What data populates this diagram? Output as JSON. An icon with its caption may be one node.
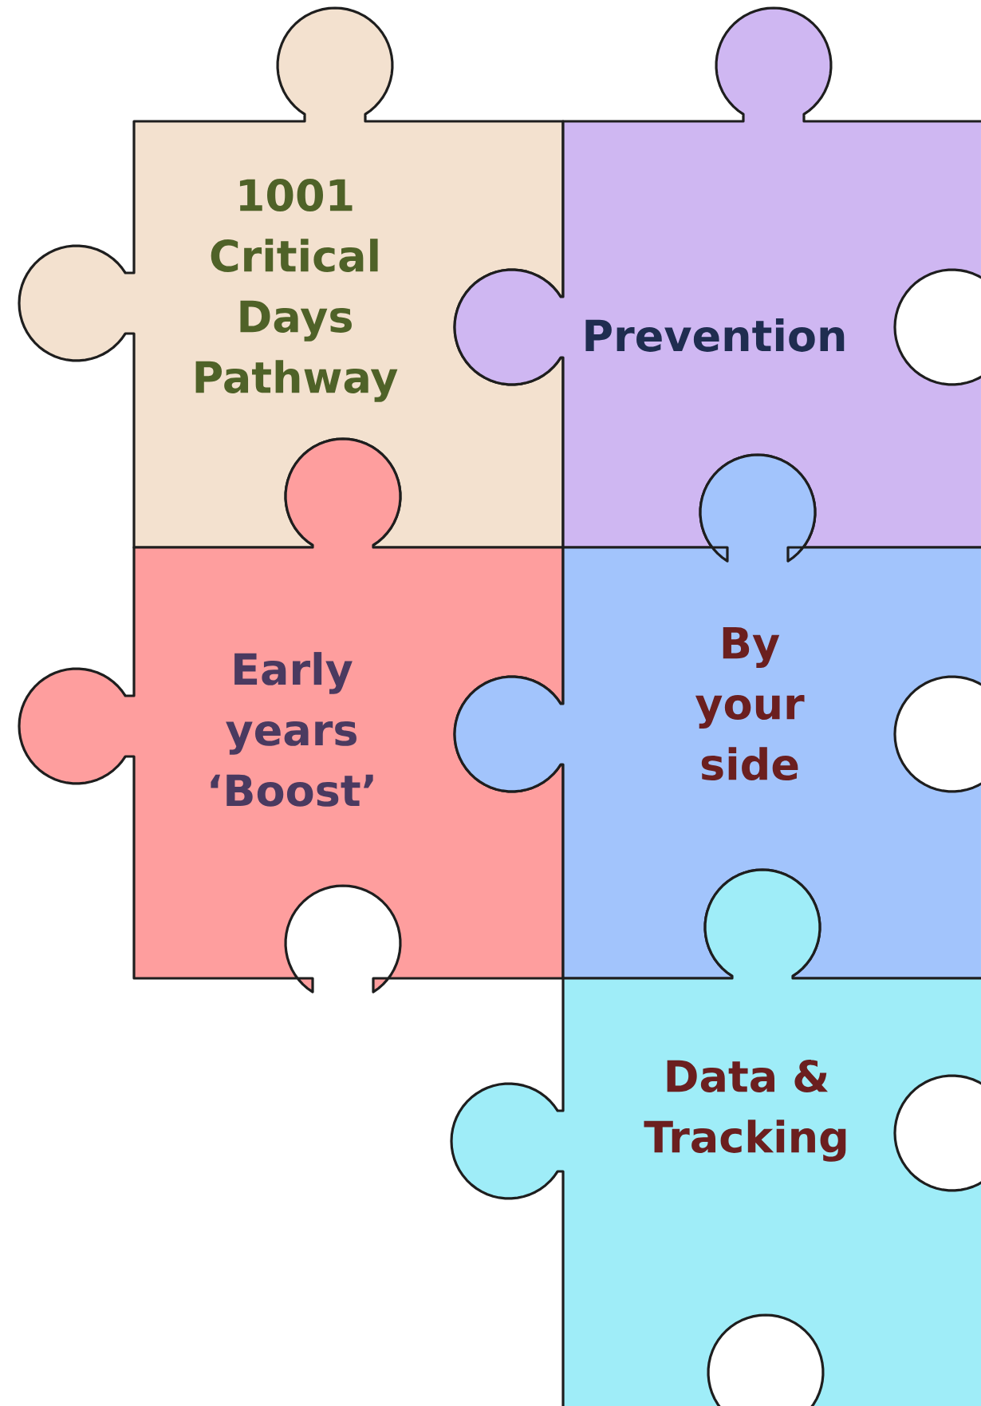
{
  "diagram": {
    "nodes": [
      {
        "text": [
          "1001 Critical Days Pathway"
        ]
      },
      {
        "text": [
          "Prevention"
        ]
      },
      {
        "text": [
          "Early years ‘Boost’"
        ]
      },
      {
        "text": [
          "By your side"
        ]
      },
      {
        "text": [
          "Data & Tracking"
        ]
      }
    ]
  }
}
